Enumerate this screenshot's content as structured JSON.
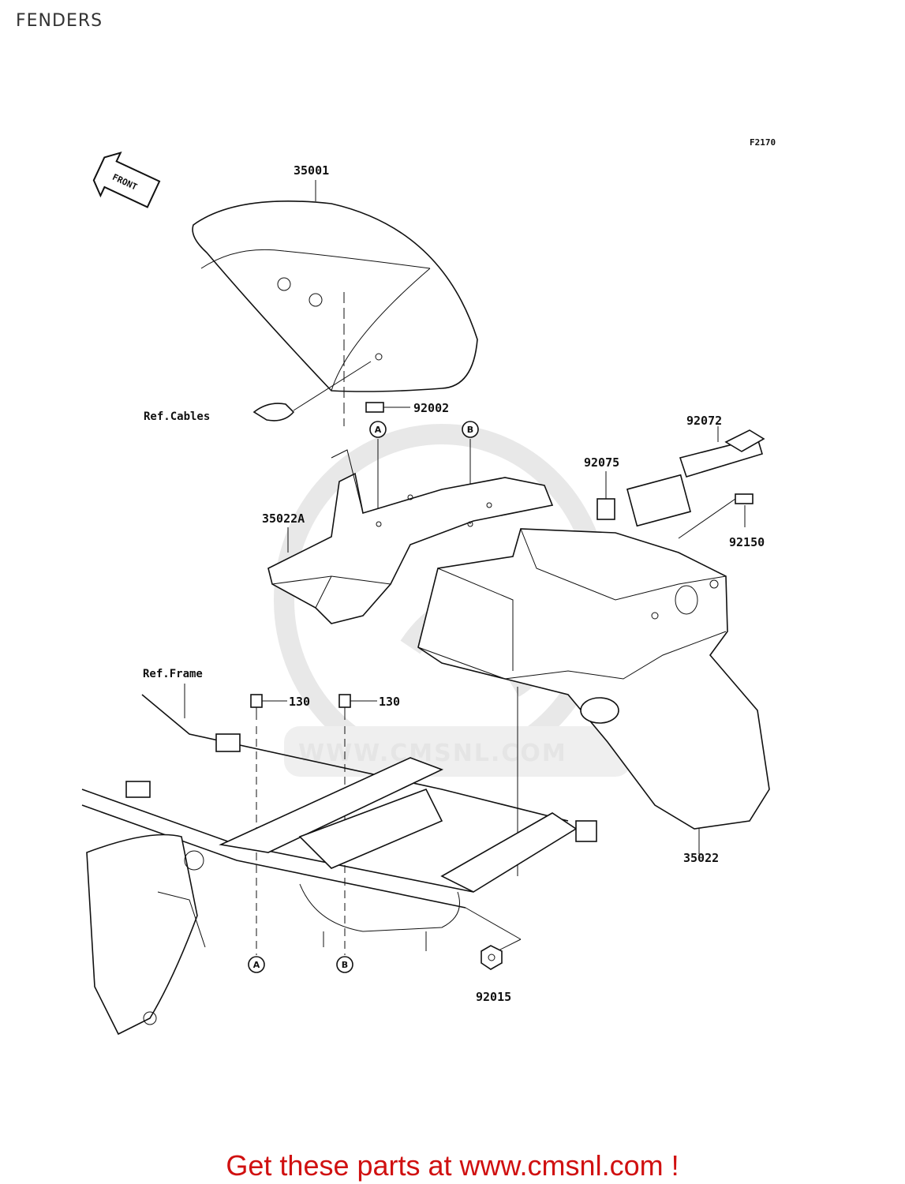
{
  "header": {
    "title": "FENDERS"
  },
  "diagram": {
    "code": "F2170",
    "front_arrow": "FRONT",
    "watermark": "WWW.CMSNL.COM",
    "parts": [
      {
        "id": "35001"
      },
      {
        "id": "92002"
      },
      {
        "id": "92072"
      },
      {
        "id": "92075"
      },
      {
        "id": "92150"
      },
      {
        "id": "35022A"
      },
      {
        "id": "130"
      },
      {
        "id": "130"
      },
      {
        "id": "35022"
      },
      {
        "id": "92015"
      }
    ],
    "references": {
      "cables": "Ref.Cables",
      "frame": "Ref.Frame"
    },
    "markers": {
      "a": "A",
      "b": "B"
    }
  },
  "footer": {
    "text": "Get these parts at www.cmsnl.com !"
  }
}
